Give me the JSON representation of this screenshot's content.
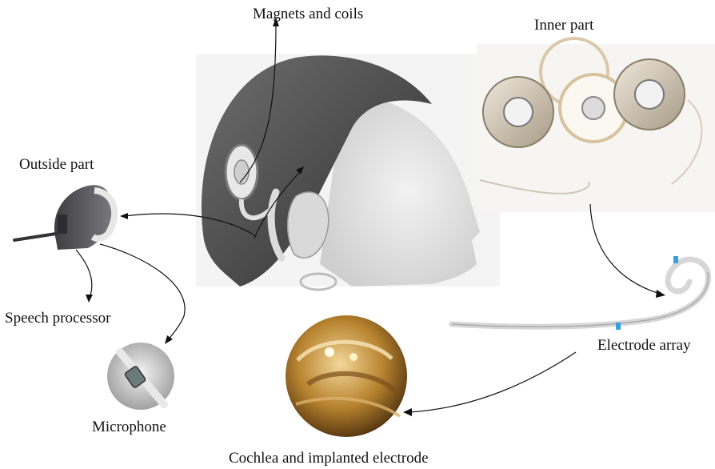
{
  "labels": {
    "magnets": "Magnets and coils",
    "inner": "Inner part",
    "outside": "Outside part",
    "speech": "Speech processor",
    "microphone": "Microphone",
    "electrode_array": "Electrode array",
    "cochlea": "Cochlea and implanted electrode"
  },
  "colors": {
    "arrow": "#111111",
    "background": "#ffffff",
    "implant_gold": "#c9a05a",
    "device_gray": "#5a5a5e"
  }
}
